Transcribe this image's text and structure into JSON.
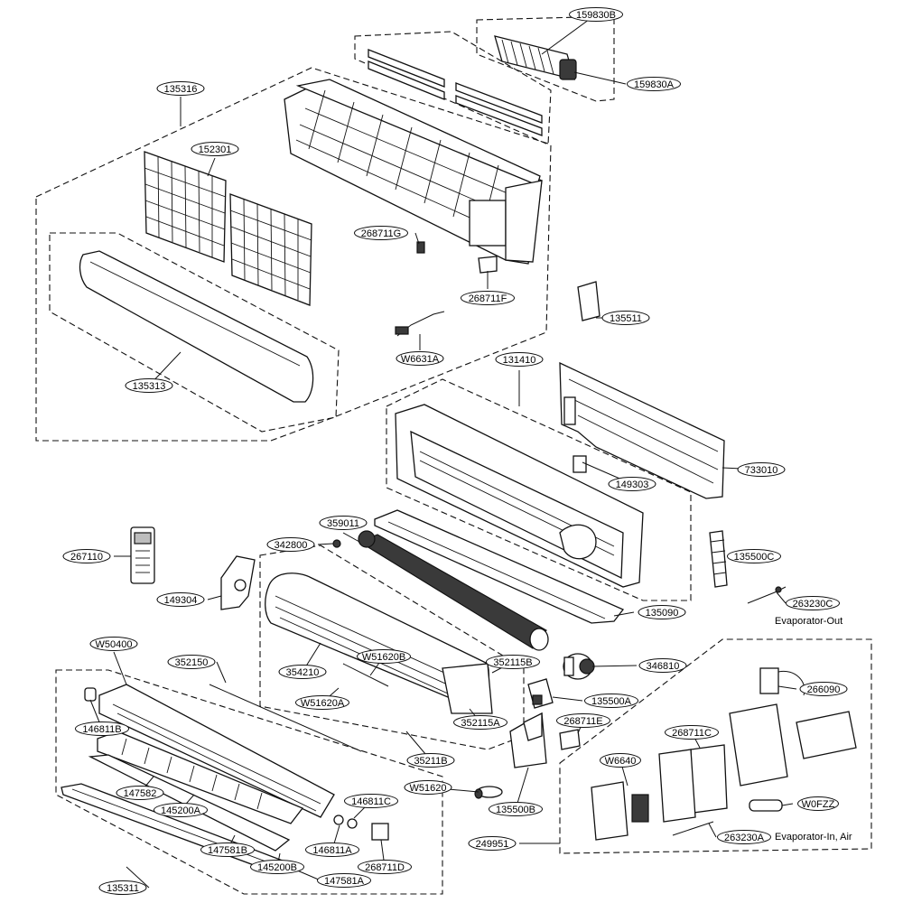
{
  "diagram": {
    "part_labels": [
      "159830B",
      "159830A",
      "135316",
      "152301",
      "268711G",
      "268711F",
      "135511",
      "W6631A",
      "135313",
      "131410",
      "733010",
      "149303",
      "359011",
      "267110",
      "342800",
      "135500C",
      "149304",
      "263230C",
      "135090",
      "W50400",
      "352150",
      "W51620B",
      "352115B",
      "346810",
      "354210",
      "W51620A",
      "135500A",
      "266090",
      "146811B",
      "268711E",
      "268711C",
      "352115A",
      "W6640",
      "147582",
      "35211B",
      "W51620",
      "146811C",
      "W0FZZ",
      "145200A",
      "135500B",
      "263230A",
      "249951",
      "147581B",
      "146811A",
      "145200B",
      "268711D",
      "147581A",
      "135311"
    ],
    "notes": [
      "Evaporator-Out",
      "Evaporator-In, Air"
    ]
  }
}
